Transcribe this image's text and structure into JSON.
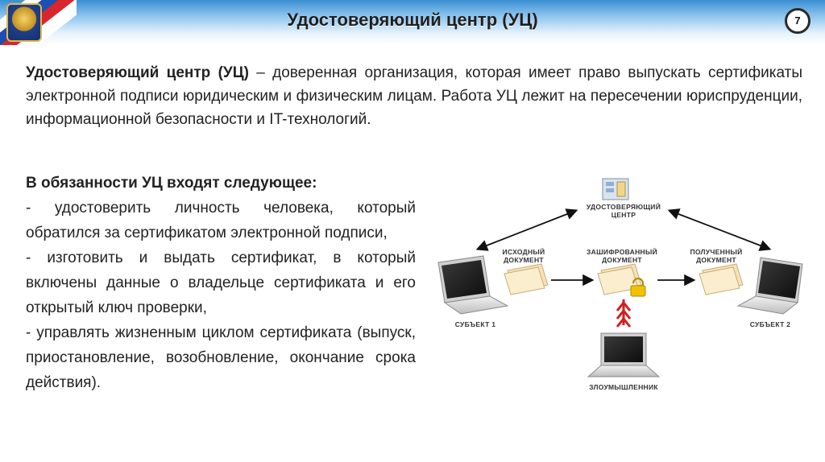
{
  "slide": {
    "title": "Удостоверяющий центр (УЦ)",
    "page_number": "7"
  },
  "intro": {
    "term": "Удостоверяющий центр (УЦ)",
    "text": " – доверенная организация, которая имеет право выпускать сертификаты электронной подписи юридическим и физическим лицам. Работа УЦ лежит на пересечении юриспруденции, информационной безопасности и IT-технологий."
  },
  "duties": {
    "heading": "В обязанности УЦ входят следующее:",
    "items": [
      "- удостоверить личность человека, который обратился за сертификатом электронной подписи,",
      "- изготовить и выдать сертификат, в который включены данные о владельце сертификата и его открытый ключ проверки,",
      "- управлять жизненным циклом сертификата (выпуск, приостановление, возобновление, окончание срока действия)."
    ]
  },
  "diagram": {
    "ca_label": [
      "УДОСТОВЕРЯЮЩИЙ",
      "ЦЕНТР"
    ],
    "source_doc": [
      "ИСХОДНЫЙ",
      "ДОКУМЕНТ"
    ],
    "encrypted_doc": [
      "ЗАШИФРОВАННЫЙ",
      "ДОКУМЕНТ"
    ],
    "received_doc": [
      "ПОЛУЧЕННЫЙ",
      "ДОКУМЕНТ"
    ],
    "subject1": "СУБЪЕКТ 1",
    "subject2": "СУБЪЕКТ 2",
    "attacker": "ЗЛОУМЫШЛЕННИК"
  },
  "colors": {
    "header_blue": "#3a8fd3",
    "arrow_red": "#d21f1f",
    "document": "#f6e2b5",
    "lock": "#f2c200"
  }
}
